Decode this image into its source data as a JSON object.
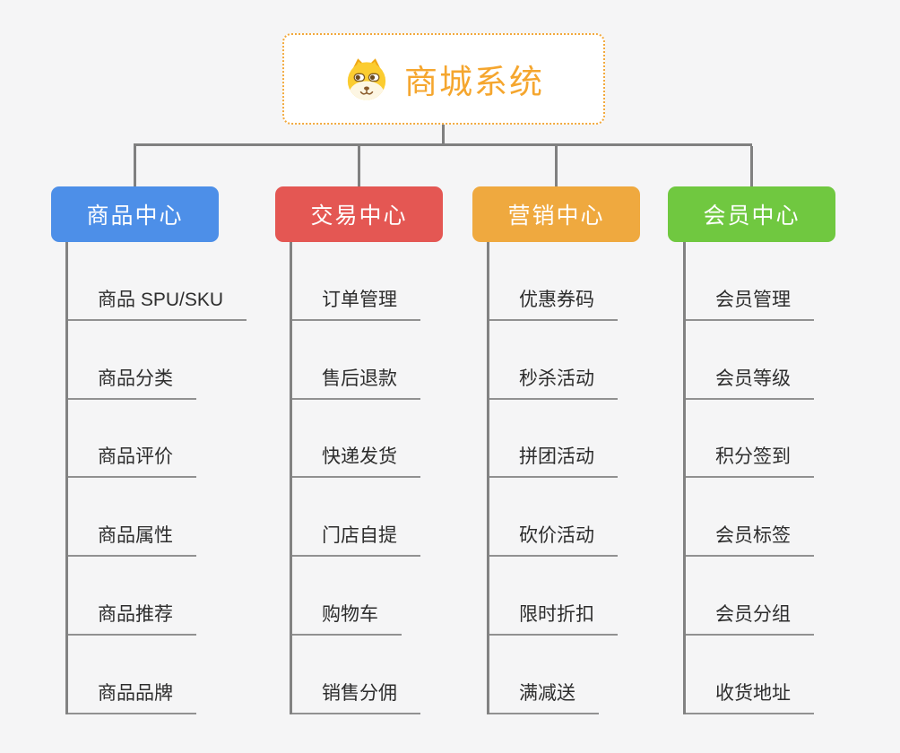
{
  "background_color": "#f5f5f6",
  "connector_color": "#808080",
  "underline_color": "#919191",
  "root": {
    "title": "商城系统",
    "icon": "doge-icon",
    "border_color": "#f2a93d",
    "text_color": "#f5a62e"
  },
  "branches": [
    {
      "label": "商品中心",
      "color": "#4d8fe8",
      "items": [
        "商品 SPU/SKU",
        "商品分类",
        "商品评价",
        "商品属性",
        "商品推荐",
        "商品品牌"
      ]
    },
    {
      "label": "交易中心",
      "color": "#e45753",
      "items": [
        "订单管理",
        "售后退款",
        "快递发货",
        "门店自提",
        "购物车",
        "销售分佣"
      ]
    },
    {
      "label": "营销中心",
      "color": "#efa93f",
      "items": [
        "优惠券码",
        "秒杀活动",
        "拼团活动",
        "砍价活动",
        "限时折扣",
        "满减送"
      ]
    },
    {
      "label": "会员中心",
      "color": "#70c840",
      "items": [
        "会员管理",
        "会员等级",
        "积分签到",
        "会员标签",
        "会员分组",
        "收货地址"
      ]
    }
  ]
}
